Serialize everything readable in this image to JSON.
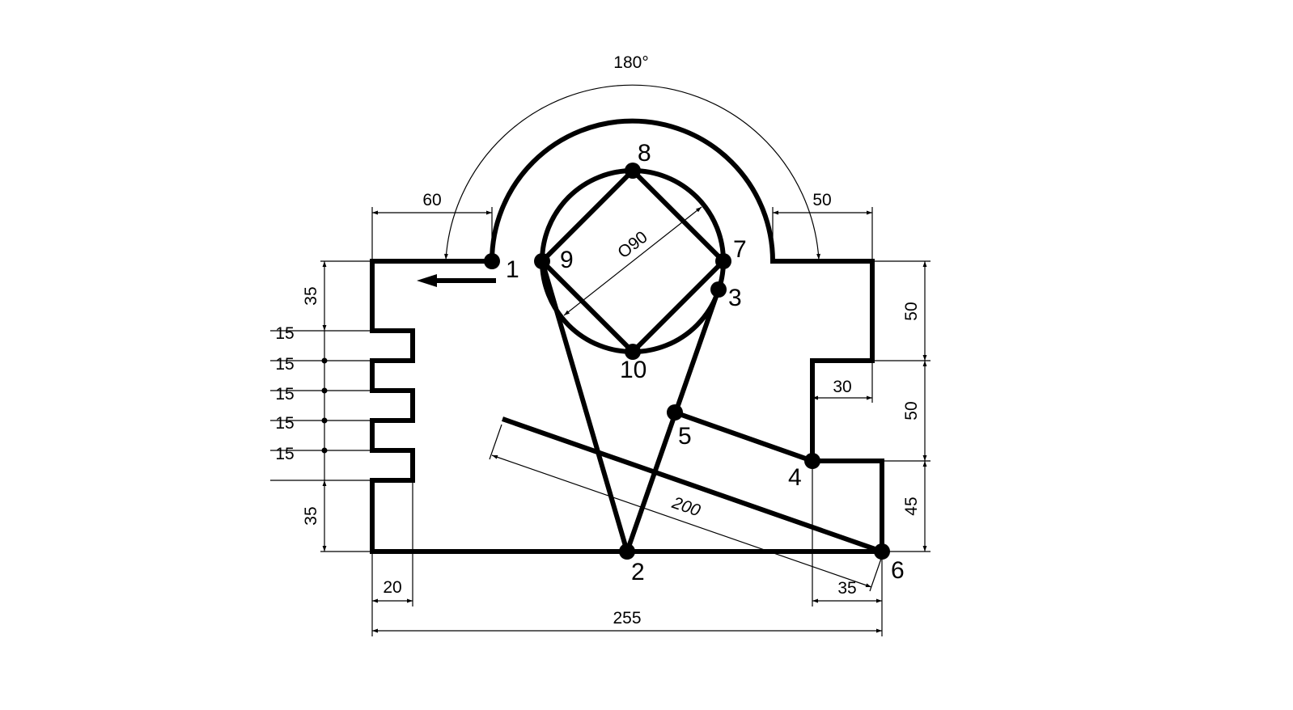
{
  "dimensions": {
    "arc_angle": "180°",
    "top_left": "60",
    "top_right": "50",
    "left_top": "35",
    "notch1": "15",
    "notch2": "15",
    "notch3": "15",
    "notch4": "15",
    "notch5": "15",
    "left_bottom": "35",
    "right_top": "50",
    "right_mid": "50",
    "right_bottom": "45",
    "step_width": "30",
    "bottom_left": "20",
    "bottom_right": "35",
    "overall_width": "255",
    "diameter": "O90",
    "slant_length": "200"
  },
  "points": [
    {
      "id": "p1",
      "label": "1"
    },
    {
      "id": "p2",
      "label": "2"
    },
    {
      "id": "p3",
      "label": "3"
    },
    {
      "id": "p4",
      "label": "4"
    },
    {
      "id": "p5",
      "label": "5"
    },
    {
      "id": "p6",
      "label": "6"
    },
    {
      "id": "p7",
      "label": "7"
    },
    {
      "id": "p8",
      "label": "8"
    },
    {
      "id": "p9",
      "label": "9"
    },
    {
      "id": "p10",
      "label": "10"
    }
  ]
}
